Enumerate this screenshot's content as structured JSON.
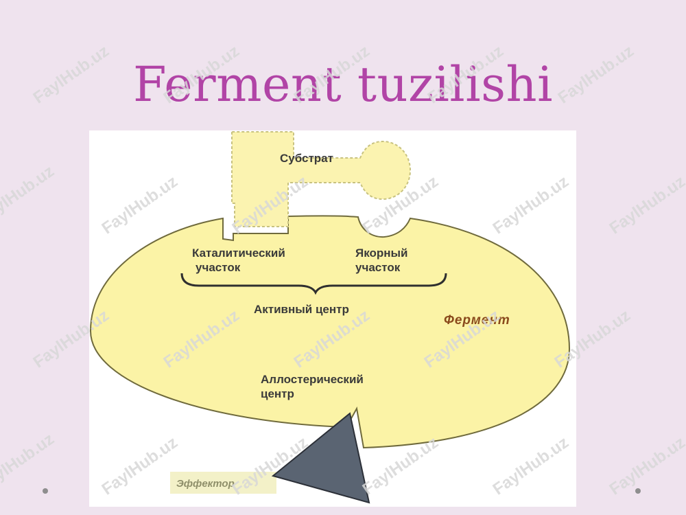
{
  "title": "Ferment tuzilishi",
  "diagram": {
    "substrate": "Субстрат",
    "catalytic_site_line1": "Каталитический",
    "catalytic_site_line2": "участок",
    "anchor_site_line1": "Якорный",
    "anchor_site_line2": "участок",
    "active_center": "Активный центр",
    "enzyme": "Фермент",
    "allosteric_center_line1": "Аллостерический",
    "allosteric_center_line2": "центр",
    "effector": "Эффектор"
  },
  "watermark": "FaylHub.uz",
  "colors": {
    "title": "#b144a6",
    "background": "#efe3ee",
    "enzyme_fill": "#fbf3a6",
    "substrate_fill": "#fbf3b0",
    "effector_fill": "#5a6472",
    "enzyme_label": "#8a4a1c"
  }
}
